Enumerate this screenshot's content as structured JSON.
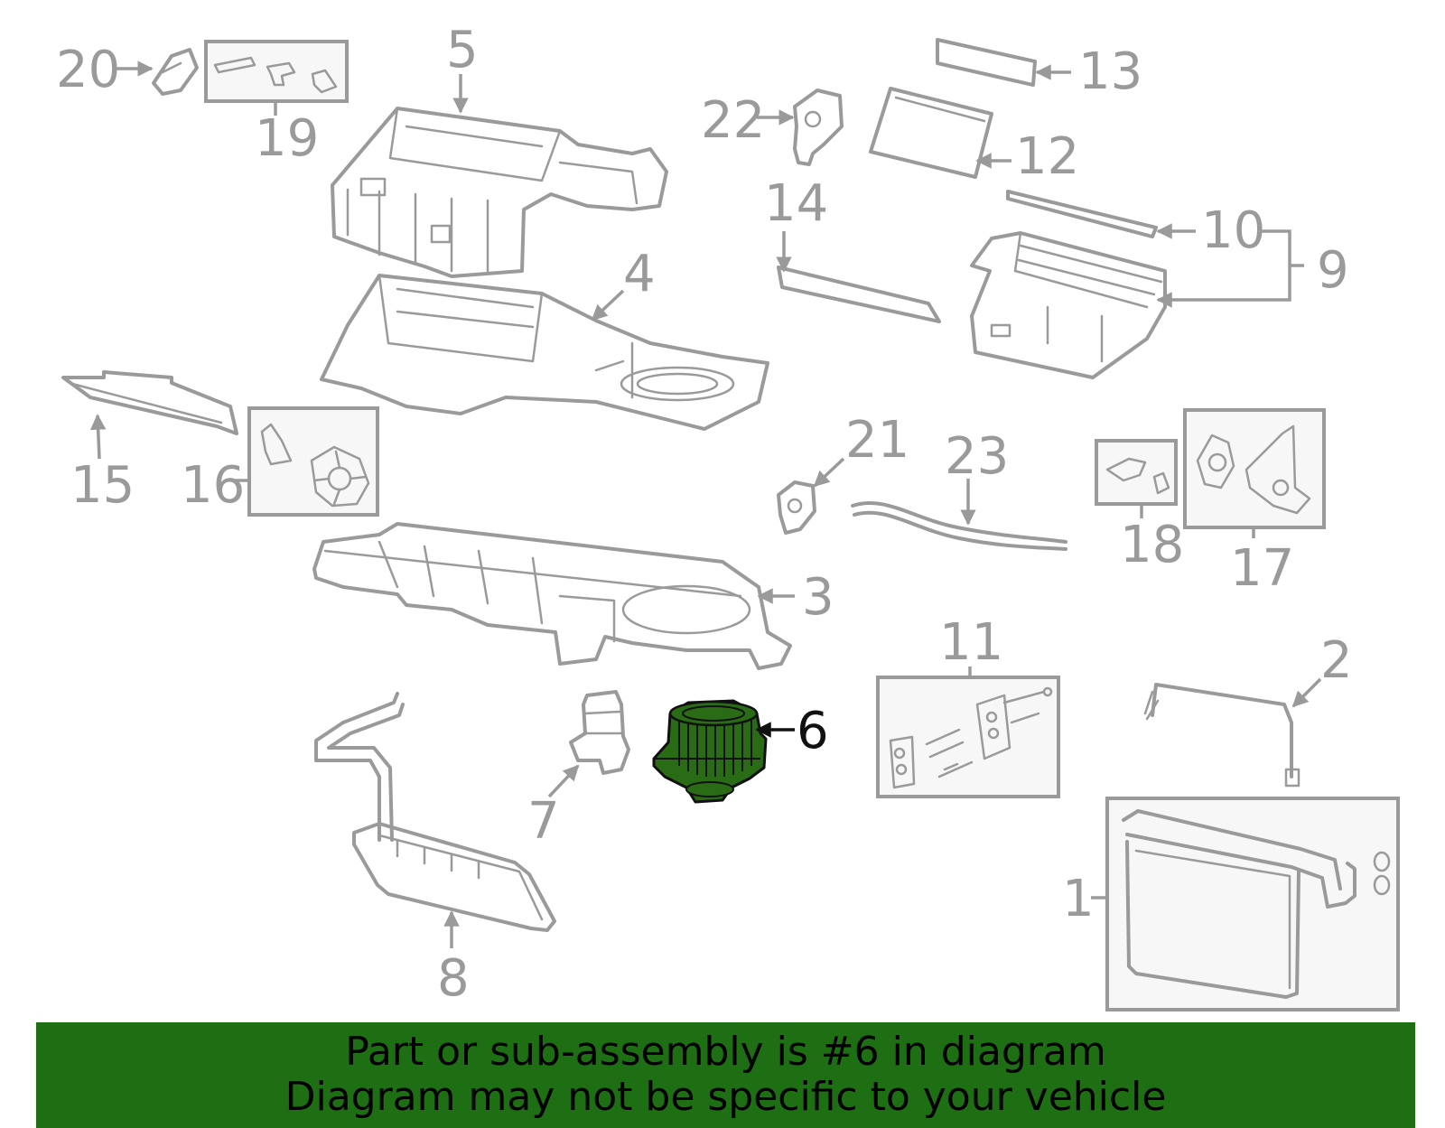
{
  "diagram": {
    "highlight_color": "#2a6b16",
    "line_color": "#9a9a9a",
    "callouts": {
      "c1": "1",
      "c2": "2",
      "c3": "3",
      "c4": "4",
      "c5": "5",
      "c6": "6",
      "c7": "7",
      "c8": "8",
      "c9": "9",
      "c10": "10",
      "c11": "11",
      "c12": "12",
      "c13": "13",
      "c14": "14",
      "c15": "15",
      "c16": "16",
      "c17": "17",
      "c18": "18",
      "c19": "19",
      "c20": "20",
      "c21": "21",
      "c22": "22",
      "c23": "23"
    }
  },
  "banner": {
    "line1": "Part or sub-assembly is #6 in diagram",
    "line2": "Diagram may not be specific to your vehicle",
    "background": "#1e6e14"
  }
}
